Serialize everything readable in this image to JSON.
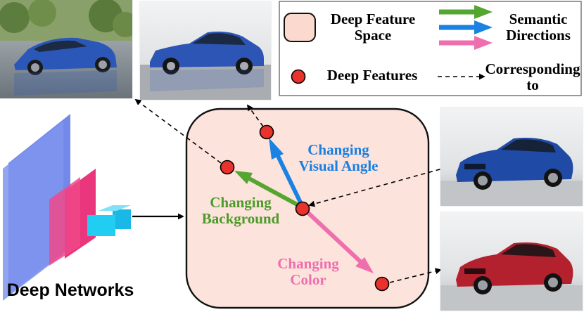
{
  "legend": {
    "feature_space_label": "Deep Feature Space",
    "semantic_directions_label": "Semantic Directions",
    "deep_features_label": "Deep Features",
    "corresponding_label": "Corresponding to"
  },
  "network": {
    "label": "Deep Networks"
  },
  "directions": {
    "visual_angle": "Changing Visual Angle",
    "background": "Changing Background",
    "color": "Changing Color"
  },
  "photos": {
    "top_left": "blue-sedan-outdoor-wet-pavement",
    "top_center": "blue-sedan-side-view-studio",
    "right_middle": "blue-sedan-front-three-quarter-studio",
    "right_bottom": "red-sedan-front-three-quarter-studio"
  },
  "colors": {
    "feature_space_fill": "#fce3dc",
    "legend_fill": "#fbd9cf",
    "feature_dot": "#e8322b",
    "green_arrow": "#55a630",
    "blue_arrow": "#1a82e2",
    "pink_arrow": "#ef6fae",
    "green_text": "#4e9a2a",
    "blue_text": "#1a7fe0",
    "pink_text": "#ef6fae",
    "network_blue": "#5570e0",
    "network_pink": "#e8206e",
    "network_cyan": "#1ec4ec"
  }
}
